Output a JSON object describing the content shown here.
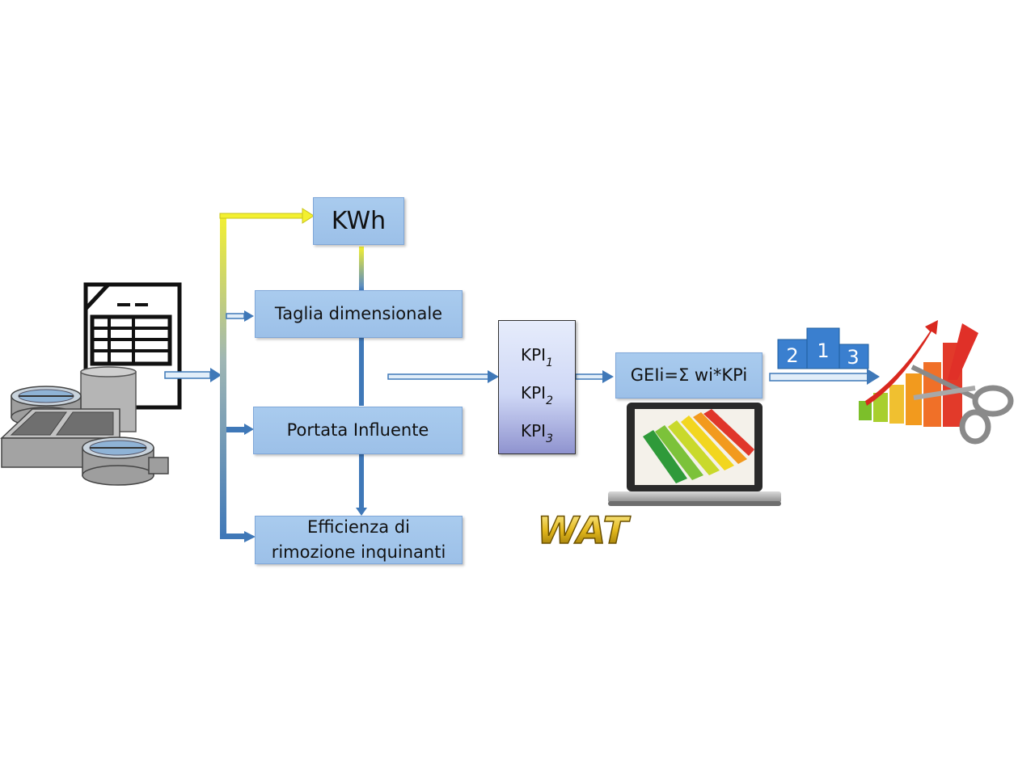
{
  "boxes": {
    "kwh": "KWh",
    "taglia": "Taglia dimensionale",
    "portata": "Portata Influente",
    "efficienza_line1": "Efficienza di",
    "efficienza_line2": "rimozione inquinanti",
    "geli": "GEIi=Σ wi*KPi"
  },
  "kpi": [
    {
      "base": "KPI",
      "sub": "1"
    },
    {
      "base": "KPI",
      "sub": "2"
    },
    {
      "base": "KPI",
      "sub": "3"
    }
  ],
  "podium": [
    "2",
    "1",
    "3"
  ],
  "logo_text": "WAT",
  "colors": {
    "box_fill": "#9cc0e8",
    "arrow_blue": "#3f78b8",
    "arrow_yellow": "#f2ef2e"
  }
}
